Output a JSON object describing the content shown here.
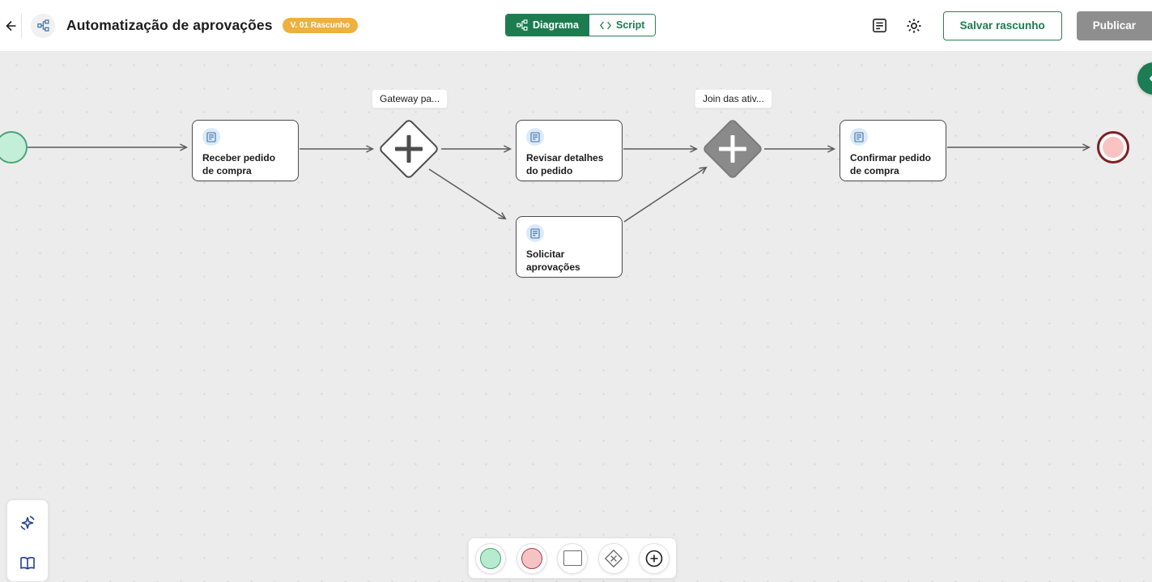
{
  "header": {
    "title": "Automatização de aprovações",
    "version_badge": "V. 01 Rascunho",
    "tabs": [
      {
        "label": "Diagrama",
        "selected": true
      },
      {
        "label": "Script",
        "selected": false
      }
    ],
    "save_draft_button": "Salvar rascunho",
    "publish_button": "Publicar"
  },
  "diagram": {
    "nodes": [
      {
        "type": "start-event",
        "label": ""
      },
      {
        "type": "task",
        "label": "Receber pedido de compra"
      },
      {
        "type": "parallel-gateway",
        "label": "Gateway pa..."
      },
      {
        "type": "task",
        "label": "Revisar detalhes do pedido"
      },
      {
        "type": "task",
        "label": "Solicitar aprovações"
      },
      {
        "type": "parallel-gateway-join",
        "label": "Join das ativ..."
      },
      {
        "type": "task",
        "label": "Confirmar pedido de compra"
      },
      {
        "type": "end-event",
        "label": ""
      }
    ]
  },
  "icons": {
    "back": "back-arrow-icon",
    "workflow": "workflow-icon",
    "script": "code-brackets-icon",
    "changelog": "document-lines-icon",
    "settings": "gear-icon",
    "task": "form-icon",
    "ai": "sparkle-icon",
    "docs": "book-icon",
    "palette": [
      "start-event-icon",
      "end-event-icon",
      "task-icon",
      "gateway-icon",
      "add-icon"
    ]
  },
  "colors": {
    "accent_green": "#1C7C50",
    "badge_amber": "#EDB13F",
    "start_event_fill": "#C3EFD8",
    "start_event_border": "#49A478",
    "end_event_ring": "#7E2024",
    "end_event_fill": "#F9C3C3",
    "gateway_join_fill": "#8A8A8A",
    "task_icon_blue": "#3E70A8",
    "edge_gray": "#5A5A5A",
    "publish_disabled_gray": "#8E8E8E"
  }
}
